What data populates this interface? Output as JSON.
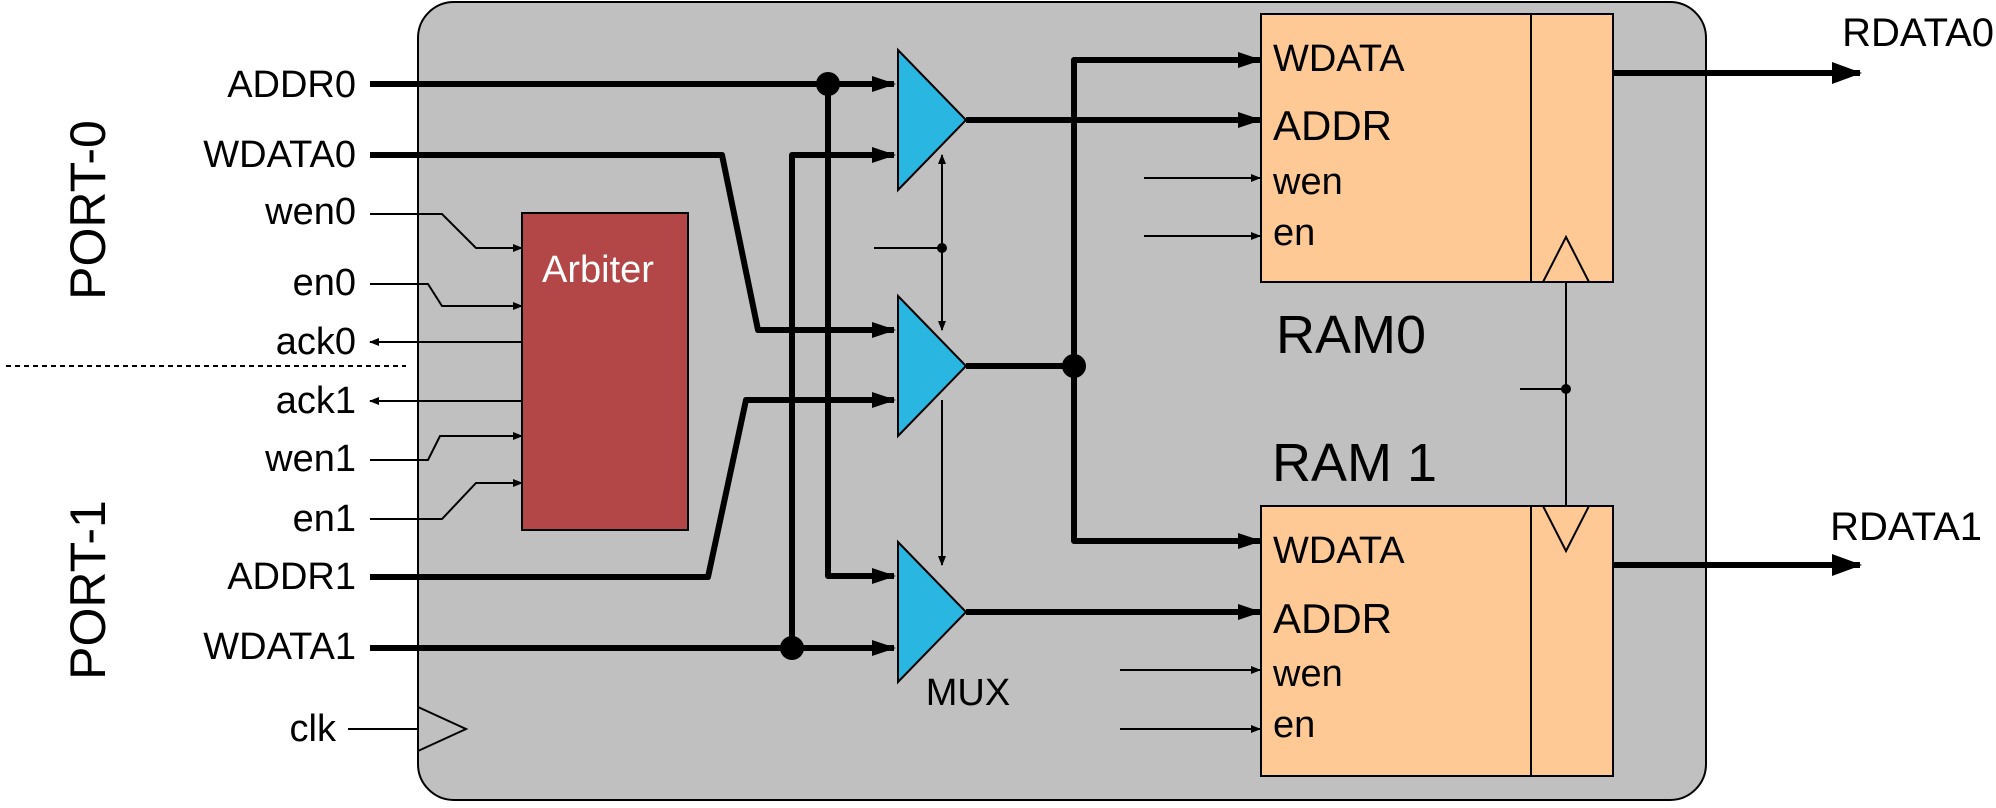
{
  "ports": {
    "port0": "PORT-0",
    "port1": "PORT-1"
  },
  "signals": {
    "addr0": "ADDR0",
    "wdata0": "WDATA0",
    "wen0": "wen0",
    "en0": "en0",
    "ack0": "ack0",
    "ack1": "ack1",
    "wen1": "wen1",
    "en1": "en1",
    "addr1": "ADDR1",
    "wdata1": "WDATA1",
    "clk": "clk"
  },
  "arbiter": {
    "label": "Arbiter"
  },
  "mux": {
    "label": "MUX"
  },
  "ram0": {
    "title": "RAM0",
    "ports": [
      "WDATA",
      "ADDR",
      "wen",
      "en"
    ],
    "output": "RDATA0"
  },
  "ram1": {
    "title": "RAM 1",
    "ports": [
      "WDATA",
      "ADDR",
      "wen",
      "en"
    ],
    "output": "RDATA1"
  },
  "colors": {
    "outer_block": "#c0c0c0",
    "arbiter": "#b34646",
    "mux": "#29b6e0",
    "ram": "#fec995",
    "stroke": "#000000"
  }
}
